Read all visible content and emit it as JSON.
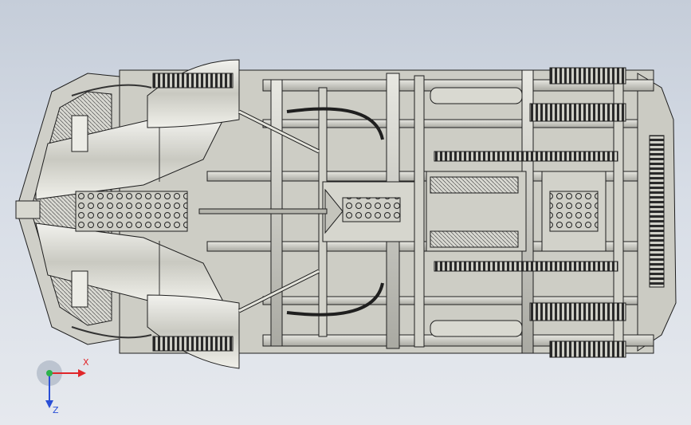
{
  "viewport": {
    "background_top": "#c5cdd9",
    "background_bottom": "#e6e9ee",
    "model_name_icon": "lego-technic-car-chassis-top-view"
  },
  "colors": {
    "part_fill": "#d7d7cf",
    "part_dark": "#8f8f88",
    "edge": "#1f1f1f",
    "axis_x": "#e0262a",
    "axis_y": "#2bb24c",
    "axis_z": "#2a4fd6"
  },
  "triad": {
    "x_label": "X",
    "z_label": "Z",
    "icon": "coordinate-triad-icon"
  }
}
